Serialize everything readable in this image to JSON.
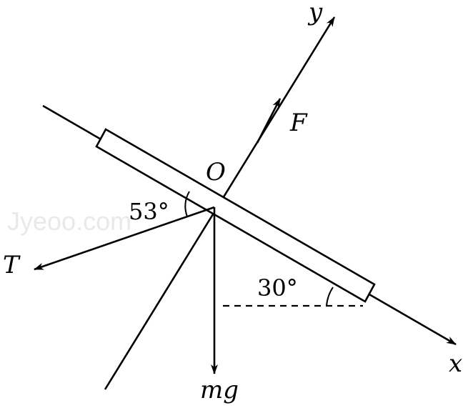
{
  "labels": {
    "axis_y": "y",
    "axis_x": "x",
    "force_F": "F",
    "origin": "O",
    "force_T": "T",
    "weight": "mg",
    "angle_53": "53°",
    "angle_30": "30°"
  },
  "watermark": "Jyeoo.com",
  "colors": {
    "ink": "#000000",
    "background": "#ffffff",
    "watermark": "#e9e9e9"
  }
}
